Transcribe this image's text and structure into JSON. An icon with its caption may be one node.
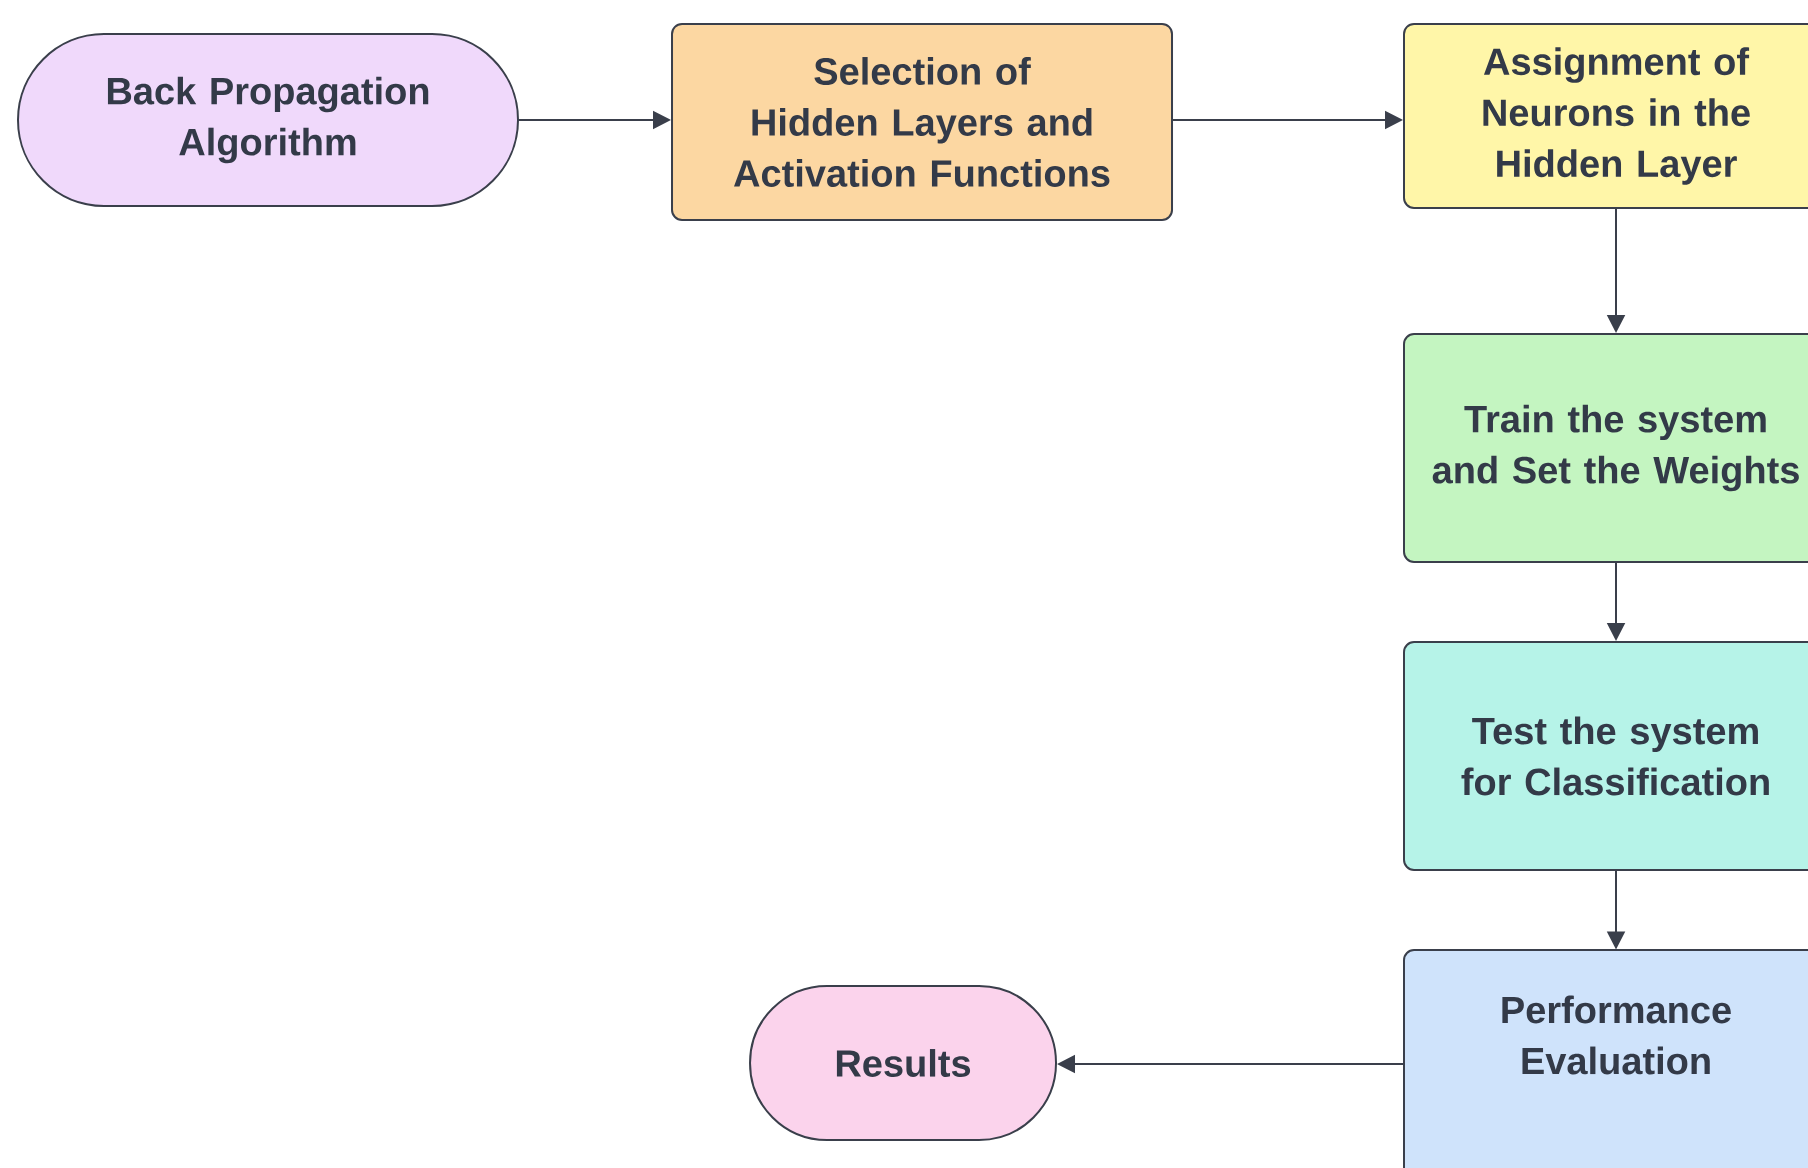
{
  "diagram": {
    "nodes": [
      {
        "text": [
          "Back Propagation Algorithm"
        ]
      },
      {
        "text": [
          "Selection of Hidden Layers and Activation Functions"
        ]
      },
      {
        "text": [
          "Assignment of Neurons in the Hidden Layer"
        ]
      },
      {
        "text": [
          "Train the system and Set the Weights"
        ]
      },
      {
        "text": [
          "Test the system for Classification"
        ]
      },
      {
        "text": [
          "Performance Evaluation"
        ]
      },
      {
        "text": [
          "Results"
        ]
      }
    ],
    "edges": [
      {
        "from": 0,
        "to": 1,
        "arrow": "to"
      },
      {
        "from": 1,
        "to": 2,
        "arrow": "to"
      },
      {
        "from": 2,
        "to": 3,
        "arrow": "to"
      },
      {
        "from": 3,
        "to": 4,
        "arrow": "to"
      },
      {
        "from": 4,
        "to": 5,
        "arrow": "to"
      },
      {
        "from": 5,
        "to": 6,
        "arrow": "to"
      }
    ]
  }
}
